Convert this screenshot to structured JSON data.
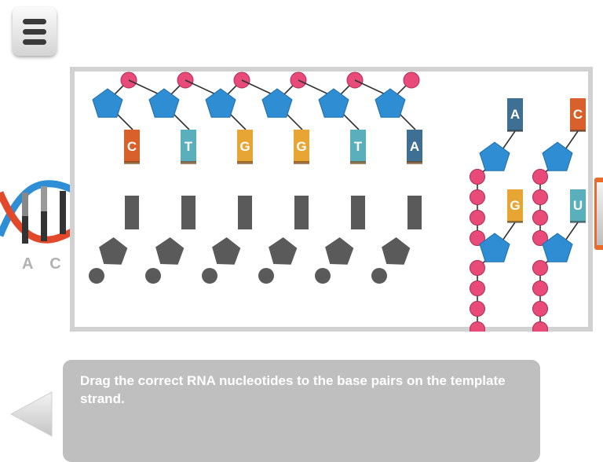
{
  "background": {
    "sequence_partial": "A C C"
  },
  "template_strand": {
    "bases": [
      {
        "letter": "C",
        "color": "#d9602a"
      },
      {
        "letter": "T",
        "color": "#5aafbd"
      },
      {
        "letter": "G",
        "color": "#e7a534"
      },
      {
        "letter": "G",
        "color": "#e7a534"
      },
      {
        "letter": "T",
        "color": "#5aafbd"
      },
      {
        "letter": "A",
        "color": "#3f6f93"
      }
    ]
  },
  "drop_slots": {
    "count": 6,
    "color": "#5a5a5a"
  },
  "nucleotide_tray": [
    {
      "letter": "A",
      "color": "#3f6f93"
    },
    {
      "letter": "C",
      "color": "#d9602a"
    },
    {
      "letter": "G",
      "color": "#e7a534"
    },
    {
      "letter": "U",
      "color": "#5aafbd"
    }
  ],
  "colors": {
    "sugar": "#2f8dd3",
    "phosphate": "#e84a7a",
    "panel_border": "#d1d1d1",
    "instruction_bg": "#bfbfbf"
  },
  "instruction": {
    "text": "Drag the correct RNA nucleotides to the base pairs on the template strand."
  },
  "icons": {
    "menu": "hamburger-menu-icon",
    "back": "back-arrow-icon"
  }
}
